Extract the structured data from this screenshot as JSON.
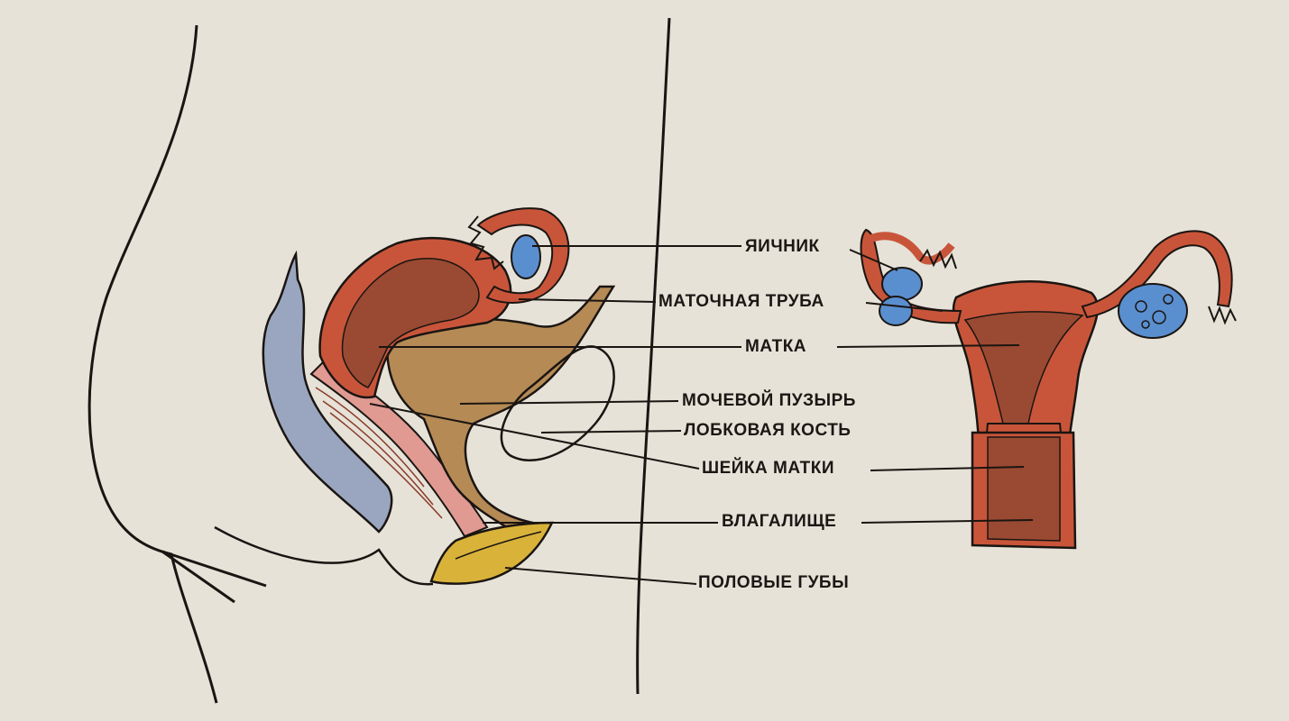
{
  "labels": {
    "ovary": "ЯИЧНИК",
    "fallopian_tube": "МАТОЧНАЯ ТРУБА",
    "uterus": "МАТКА",
    "bladder": "МОЧЕВОЙ ПУЗЫРЬ",
    "pubic_bone": "ЛОБКОВАЯ КОСТЬ",
    "cervix": "ШЕЙКА МАТКИ",
    "vagina": "ВЛАГАЛИЩЕ",
    "labia": "ПОЛОВЫЕ ГУБЫ"
  },
  "colors": {
    "background": "#e6e2d7",
    "uterus_red": "#c8553a",
    "uterus_inner": "#9a4a32",
    "bladder_tan": "#b58a55",
    "ovary_blue": "#5a8fcf",
    "rectum_blue": "#9aa6bf",
    "labia_yellow": "#d9b23a",
    "pink_wall": "#e09a92",
    "outline": "#1a1512"
  }
}
